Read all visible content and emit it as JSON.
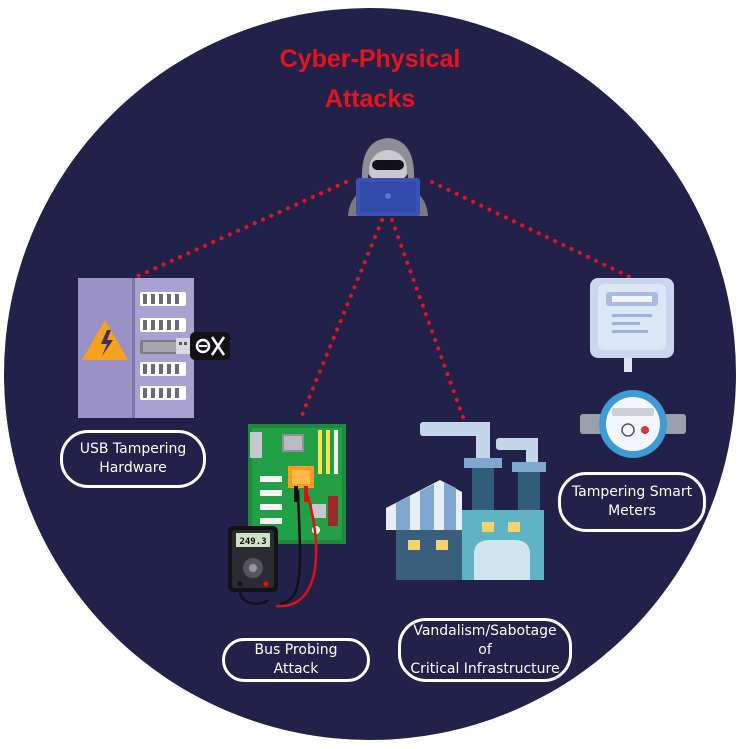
{
  "title": {
    "line1": "Cyber-Physical",
    "line2": "Attacks"
  },
  "labels": {
    "usb": {
      "line1": "USB Tampering",
      "line2": "Hardware"
    },
    "meters": {
      "line1": "Tampering Smart",
      "line2": "Meters"
    },
    "bus": "Bus Probing Attack",
    "vandalism": {
      "line1": "Vandalism/Sabotage of",
      "line2": "Critical Infrastructure"
    }
  },
  "multimeter_reading": "249.3",
  "colors": {
    "background_circle": "#22214a",
    "connector": "#e8141b",
    "title": "#e8141b",
    "label_border": "#ffffff"
  },
  "icons": [
    "hacker-icon",
    "electrical-panel-icon",
    "usb-drive-icon",
    "motherboard-icon",
    "multimeter-icon",
    "factory-icon",
    "electric-meter-icon",
    "water-meter-icon"
  ]
}
